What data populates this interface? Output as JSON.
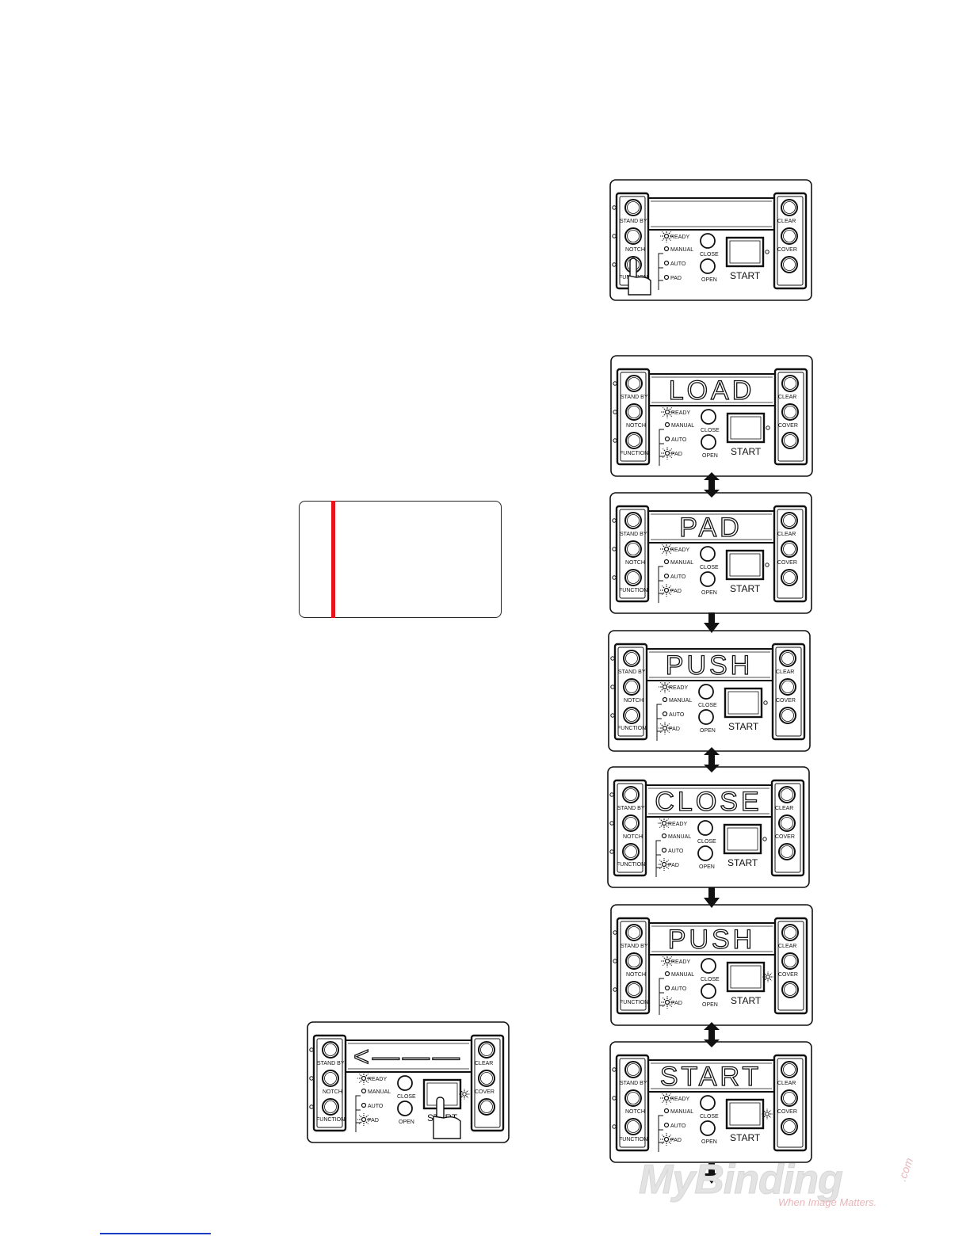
{
  "panel_labels": {
    "stand_by": "STAND BY",
    "notch": "NOTCH",
    "function": "FUNCTION",
    "clear": "CLEAR",
    "cover": "COVER",
    "ready": "READY",
    "manual": "MANUAL",
    "auto": "AUTO",
    "pad": "PAD",
    "close": "CLOSE",
    "open": "OPEN",
    "start": "START"
  },
  "panels": [
    {
      "display": "",
      "ready_blink": true,
      "pad_blink": false,
      "start_blink": false,
      "hand": "function"
    },
    {
      "display": "LOAD",
      "ready_blink": true,
      "pad_blink": true,
      "start_blink": false,
      "hand": ""
    },
    {
      "display": "PAD",
      "ready_blink": true,
      "pad_blink": true,
      "start_blink": false,
      "hand": ""
    },
    {
      "display": "PUSH",
      "ready_blink": true,
      "pad_blink": true,
      "start_blink": false,
      "hand": ""
    },
    {
      "display": "CLOSE",
      "ready_blink": true,
      "pad_blink": true,
      "start_blink": false,
      "hand": ""
    },
    {
      "display": "PUSH",
      "ready_blink": true,
      "pad_blink": true,
      "start_blink": true,
      "hand": ""
    },
    {
      "display": "START",
      "ready_blink": true,
      "pad_blink": true,
      "start_blink": true,
      "hand": ""
    },
    {
      "display": "<———",
      "ready_blink": true,
      "pad_blink": true,
      "start_blink": true,
      "hand": "start"
    }
  ],
  "arrows": [
    "double",
    "down",
    "double",
    "down",
    "double",
    "down"
  ],
  "accent_color": "#e8141c",
  "watermark": {
    "brand": "MyBinding",
    "suffix": ".com",
    "tagline": "When Image Matters."
  }
}
